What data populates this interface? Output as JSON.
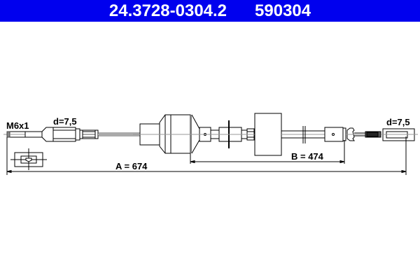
{
  "header": {
    "part_number": "24.3728-0304.2",
    "ref_number": "590304",
    "background_color": "#0000ee",
    "text_color": "#ffffff"
  },
  "drawing": {
    "labels": {
      "left_thread": "M6x1",
      "left_diameter": "d=7,5",
      "right_diameter": "d=7,5",
      "dimension_a": "A = 674",
      "dimension_b": "B = 474"
    },
    "line_color": "#000000",
    "cable_color": "#888888"
  }
}
